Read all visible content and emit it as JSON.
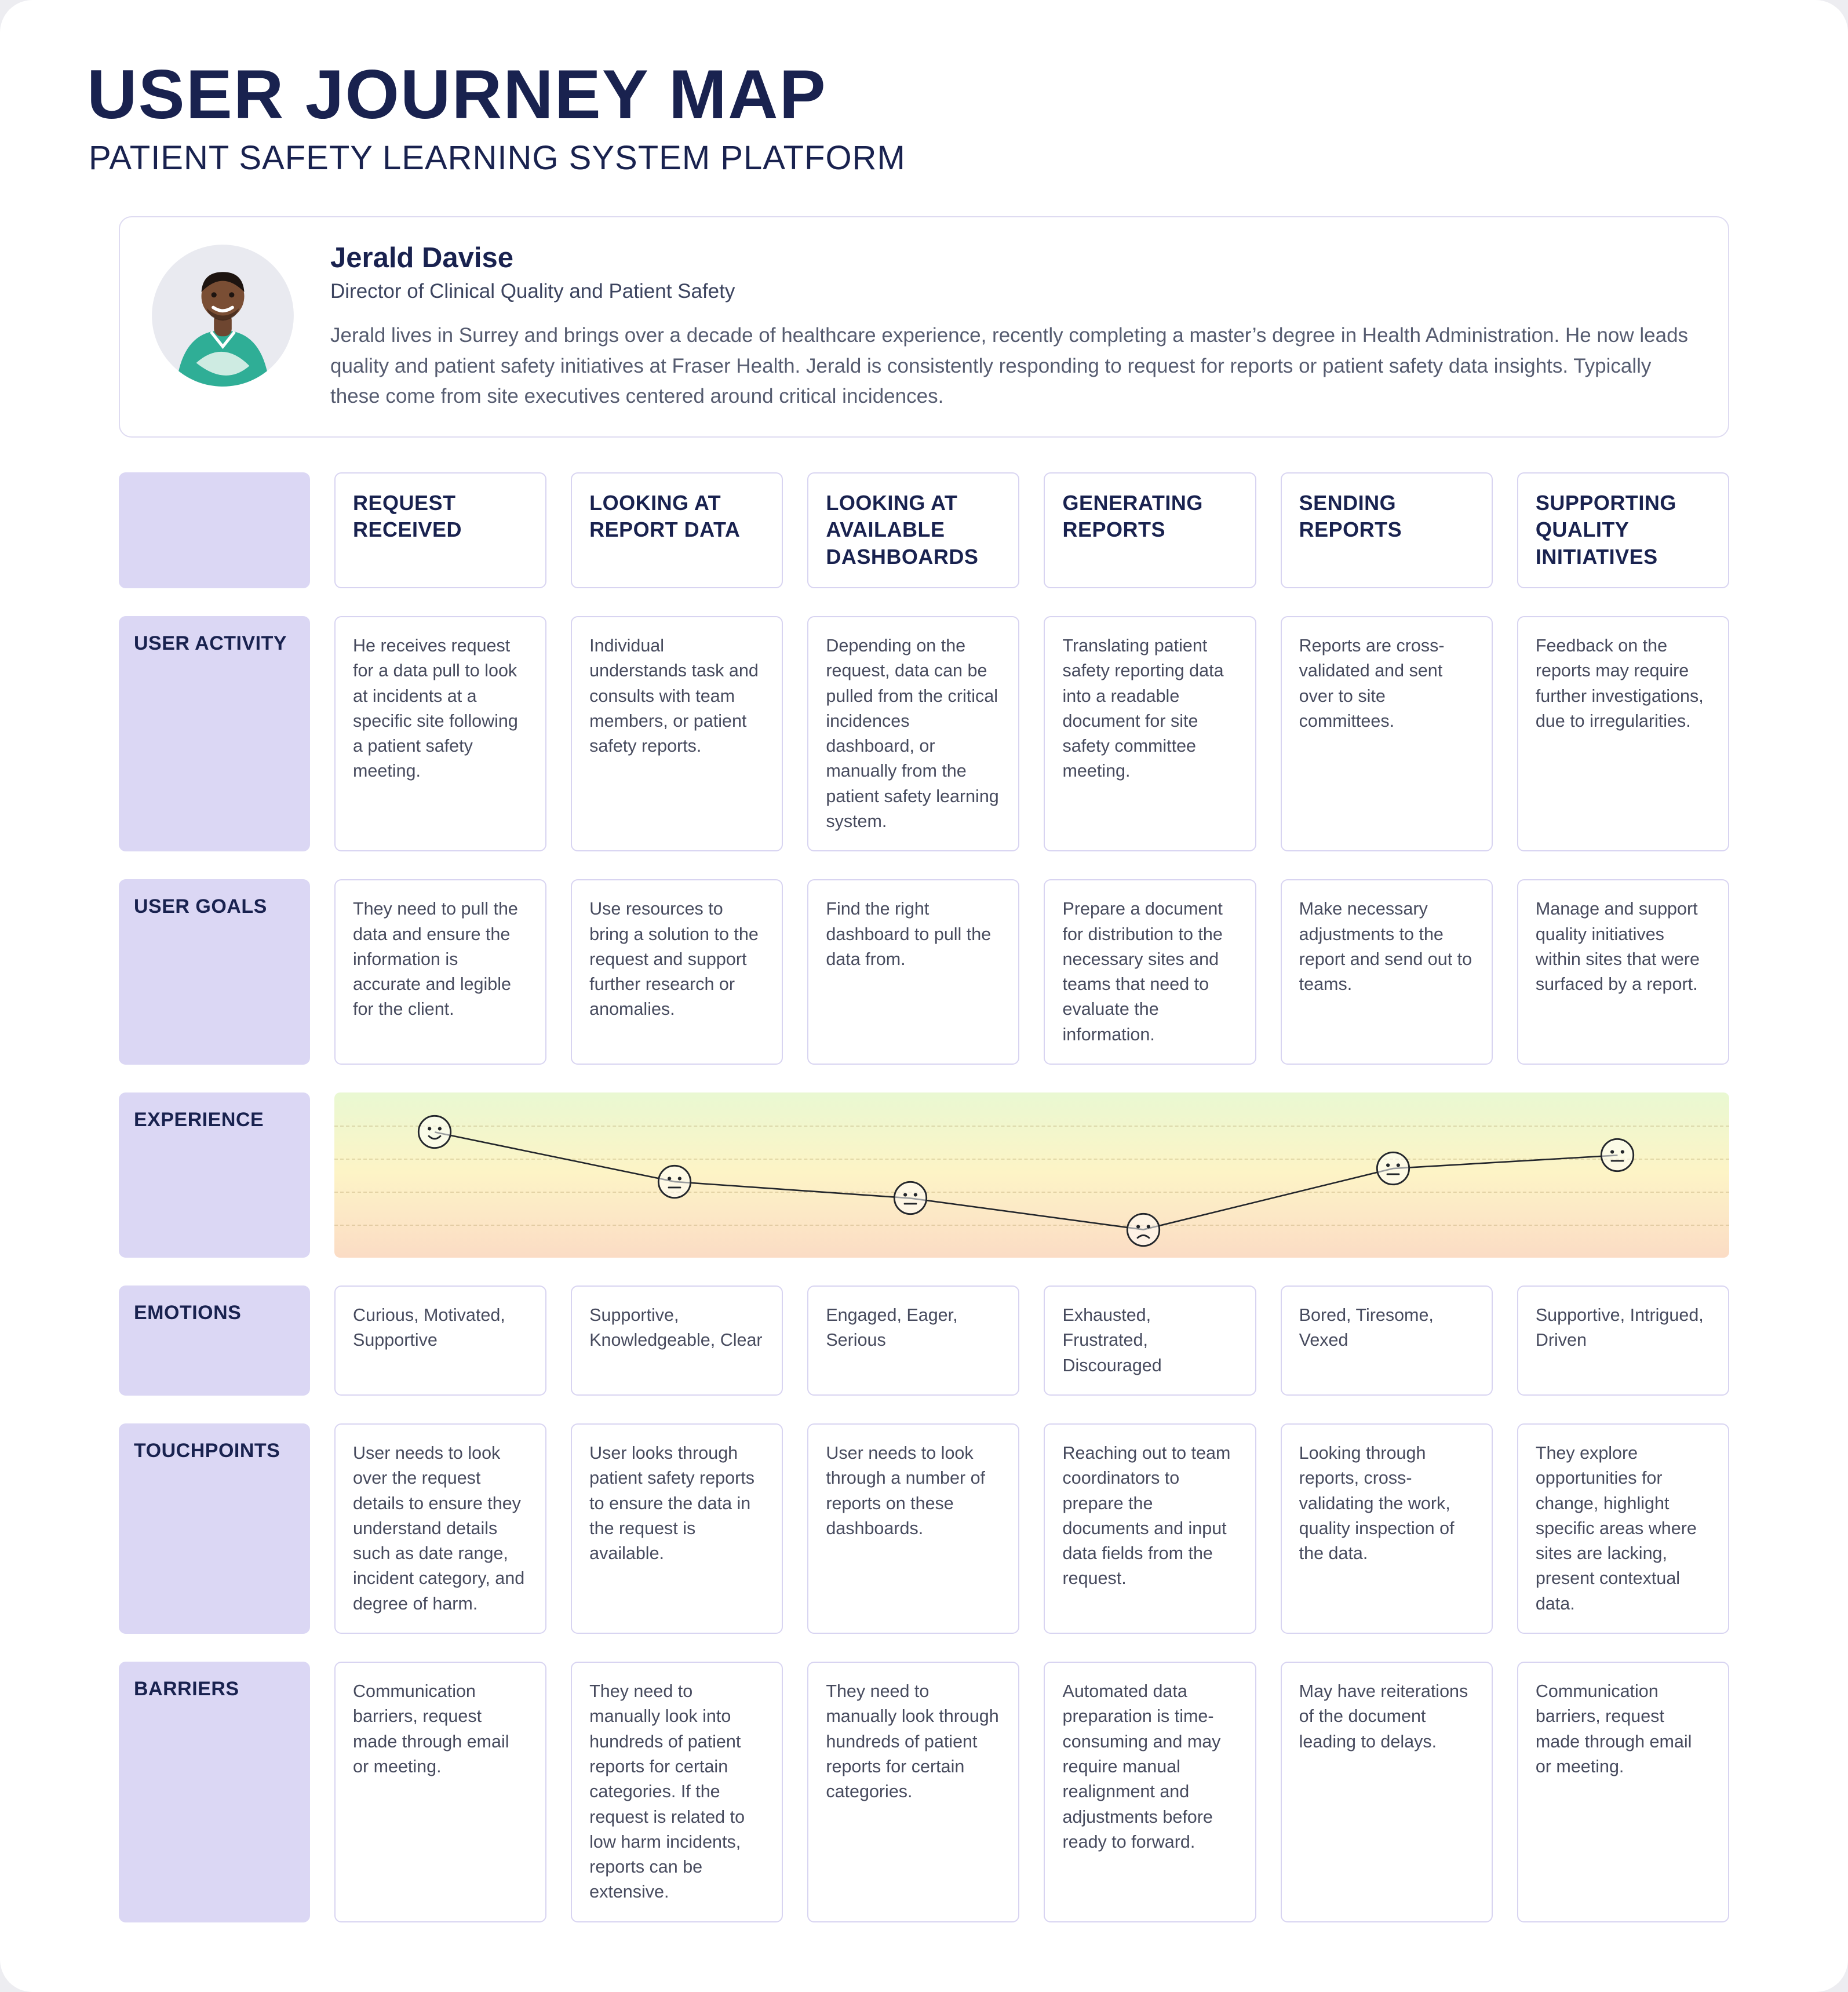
{
  "header": {
    "title": "USER JOURNEY MAP",
    "subtitle": "PATIENT SAFETY LEARNING SYSTEM PLATFORM"
  },
  "persona": {
    "name": "Jerald Davise",
    "role": "Director of Clinical Quality and Patient Safety",
    "bio": "Jerald lives in Surrey and brings over a decade of healthcare experience, recently completing a master’s degree in Health Administration. He now leads quality and patient safety initiatives at Fraser Health. Jerald is consistently responding to request for reports or patient safety data insights. Typically these come from site executives centered around critical incidences.",
    "avatar": "man-in-teal-jersey-photo"
  },
  "stages": [
    "REQUEST RECEIVED",
    "LOOKING AT REPORT DATA",
    "LOOKING AT AVAILABLE DASHBOARDS",
    "GENERATING REPORTS",
    "SENDING REPORTS",
    "SUPPORTING QUALITY INITIATIVES"
  ],
  "rows": {
    "activity": {
      "label": "USER ACTIVITY",
      "cells": [
        "He receives request for a data pull to look at incidents at a specific site following a patient safety meeting.",
        "Individual understands task and consults with team members, or patient safety reports.",
        "Depending on the request, data can be pulled from the critical incidences dashboard, or manually from the patient safety learning system.",
        "Translating patient safety reporting data into a readable document for site safety committee meeting.",
        "Reports are cross-validated and sent over to site committees.",
        "Feedback on the reports may require further investigations, due to irregularities."
      ]
    },
    "goals": {
      "label": "USER GOALS",
      "cells": [
        "They need to pull the data and ensure the information is accurate and legible for the client.",
        "Use resources to bring a solution to the request and support further research or anomalies.",
        "Find the right dashboard to pull the data from.",
        "Prepare a document for distribution to the necessary sites and teams that need to evaluate the information.",
        "Make necessary adjustments to the report and send out to teams.",
        "Manage and support quality initiatives within sites that were surfaced by a report."
      ]
    },
    "experience": {
      "label": "EXPERIENCE"
    },
    "emotions": {
      "label": "EMOTIONS",
      "cells": [
        "Curious, Motivated, Supportive",
        "Supportive, Knowledgeable, Clear",
        "Engaged, Eager, Serious",
        "Exhausted, Frustrated, Discouraged",
        "Bored, Tiresome, Vexed",
        "Supportive, Intrigued, Driven"
      ]
    },
    "touchpoints": {
      "label": "TOUCHPOINTS",
      "cells": [
        "User needs to look over the request details to ensure they understand details such as date range, incident category, and degree of harm.",
        "User looks through patient safety reports to ensure the data in the request is available.",
        "User needs to look through a number of reports on these dashboards.",
        "Reaching out to team coordinators to prepare the documents and input data fields from the request.",
        "Looking through reports, cross-validating the work, quality inspection of the data.",
        "They explore opportunities for change, highlight specific areas where sites are lacking, present contextual data."
      ]
    },
    "barriers": {
      "label": "BARRIERS",
      "cells": [
        "Communication barriers, request made through email or meeting.",
        "They need to manually look into hundreds of patient reports for certain categories. If the request is related to low harm incidents, reports can be extensive.",
        "They need to manually look through hundreds of patient reports for certain categories.",
        "Automated data preparation is time-consuming and may require manual realignment and adjustments before ready to forward.",
        "May have reiterations of the document leading to delays.",
        "Communication barriers, request made through email or meeting."
      ]
    }
  },
  "chart_data": {
    "type": "line",
    "title": "Experience curve across journey stages",
    "x_categories": [
      "REQUEST RECEIVED",
      "LOOKING AT REPORT DATA",
      "LOOKING AT AVAILABLE DASHBOARDS",
      "GENERATING REPORTS",
      "SENDING REPORTS",
      "SUPPORTING QUALITY INITIATIVES"
    ],
    "points": [
      {
        "stage": "REQUEST RECEIVED",
        "mood": "smile",
        "x": 7.2,
        "y": 24
      },
      {
        "stage": "LOOKING AT REPORT DATA",
        "mood": "neutral",
        "x": 24.4,
        "y": 54
      },
      {
        "stage": "LOOKING AT AVAILABLE DASHBOARDS",
        "mood": "neutral",
        "x": 41.3,
        "y": 64
      },
      {
        "stage": "GENERATING REPORTS",
        "mood": "frown",
        "x": 58.0,
        "y": 83
      },
      {
        "stage": "SENDING REPORTS",
        "mood": "neutral",
        "x": 75.9,
        "y": 46
      },
      {
        "stage": "SUPPORTING QUALITY INITIATIVES",
        "mood": "neutral",
        "x": 92.0,
        "y": 38
      }
    ],
    "band_gradient": [
      "#e9f8d2",
      "#fdf4c6",
      "#fbdcc5"
    ],
    "legend": "high experience at top (green) to low experience at bottom (red)"
  },
  "colors": {
    "navy": "#19224f",
    "lavender_label": "#dbd7f4",
    "card_border": "#d8d4f1",
    "body_text": "#474b5e",
    "line_stroke": "#23262b"
  }
}
